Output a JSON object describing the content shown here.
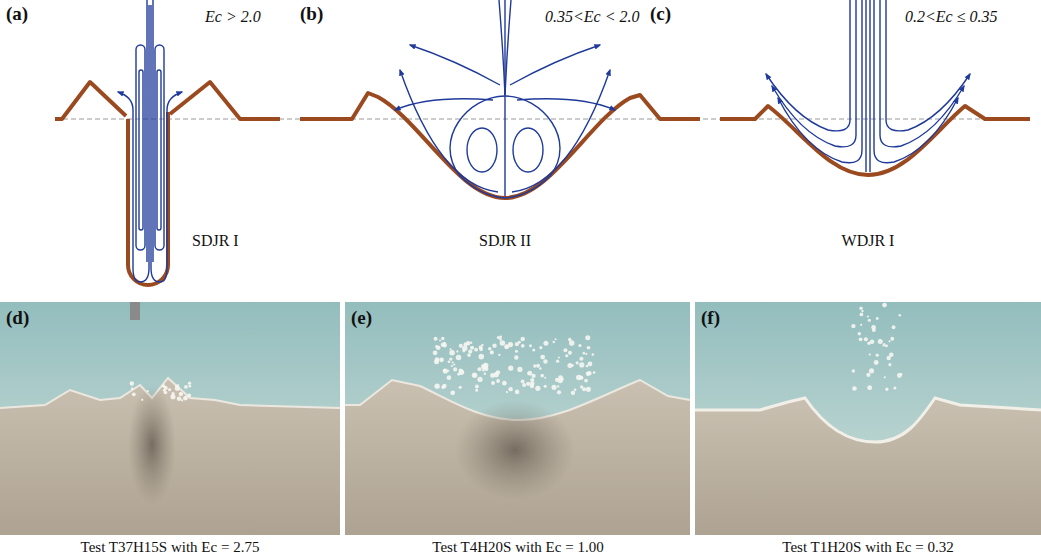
{
  "diagram": {
    "labels": [
      "(a)",
      "Ec > 2.0",
      "(b)",
      "0.35<Ec < 2.0",
      "(c)",
      "0.2<Ec ≤ 0.35",
      "SDJR I",
      "SDJR II",
      "WDJR I",
      "(d)",
      "(e)",
      "(f)",
      "Test T37H15S with Ec = 2.75",
      "Test T4H20S with Ec = 1.00",
      "Test T1H20S with Ec = 0.32"
    ]
  }
}
